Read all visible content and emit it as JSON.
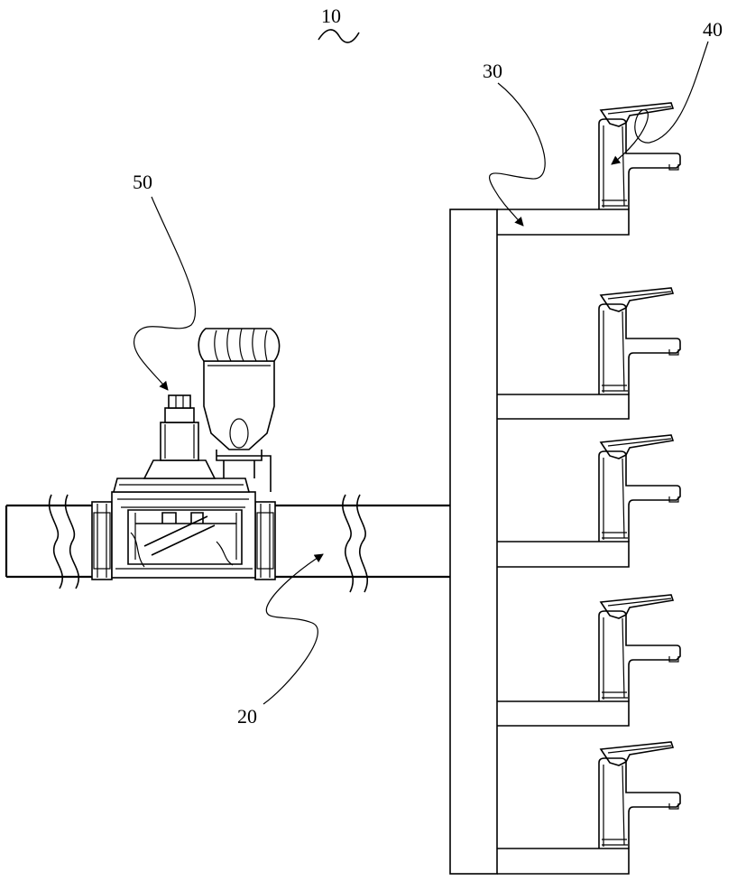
{
  "labels": {
    "system": "10",
    "pipe": "20",
    "manifold": "30",
    "faucet": "40",
    "valve": "50"
  }
}
